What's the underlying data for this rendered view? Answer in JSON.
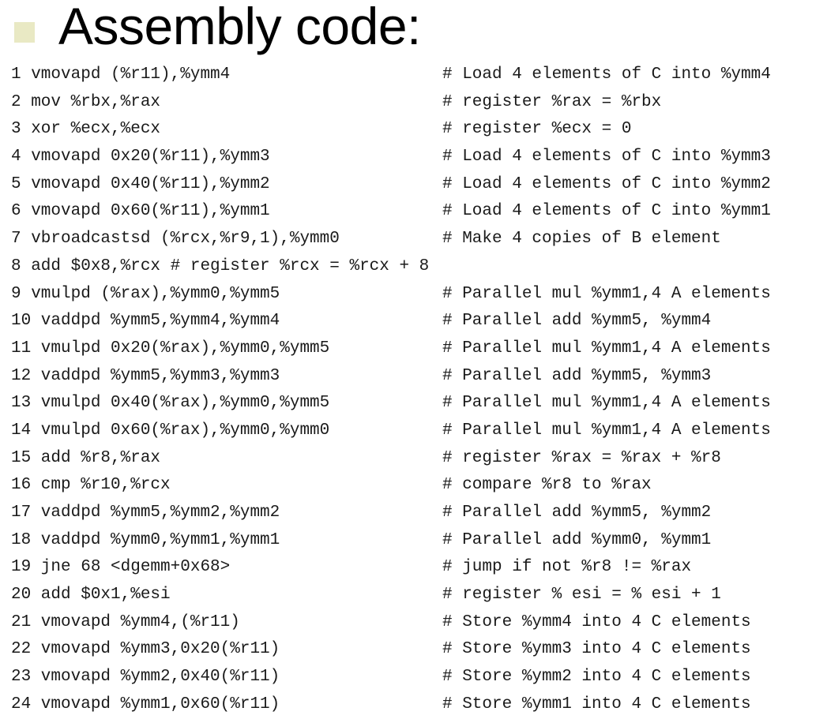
{
  "title": "Assembly code:",
  "lines": [
    {
      "instr": "1 vmovapd (%r11),%ymm4",
      "comment": "# Load 4 elements of C into %ymm4"
    },
    {
      "instr": "2 mov %rbx,%rax",
      "comment": "# register %rax = %rbx"
    },
    {
      "instr": "3 xor %ecx,%ecx",
      "comment": "# register %ecx = 0"
    },
    {
      "instr": "4 vmovapd 0x20(%r11),%ymm3",
      "comment": "# Load 4 elements of C into %ymm3"
    },
    {
      "instr": "5 vmovapd 0x40(%r11),%ymm2",
      "comment": "# Load 4 elements of C into %ymm2"
    },
    {
      "instr": "6 vmovapd 0x60(%r11),%ymm1",
      "comment": "# Load 4 elements of C into %ymm1"
    },
    {
      "instr": "7 vbroadcastsd (%rcx,%r9,1),%ymm0",
      "comment": "# Make 4 copies of B element"
    },
    {
      "instr": "8 add $0x8,%rcx # register %rcx = %rcx + 8",
      "comment": ""
    },
    {
      "instr": "9 vmulpd (%rax),%ymm0,%ymm5",
      "comment": "# Parallel mul %ymm1,4 A elements"
    },
    {
      "instr": "10 vaddpd %ymm5,%ymm4,%ymm4",
      "comment": "# Parallel add %ymm5, %ymm4"
    },
    {
      "instr": "11 vmulpd 0x20(%rax),%ymm0,%ymm5",
      "comment": "# Parallel mul %ymm1,4 A elements"
    },
    {
      "instr": "12 vaddpd %ymm5,%ymm3,%ymm3",
      "comment": "# Parallel add %ymm5, %ymm3"
    },
    {
      "instr": "13 vmulpd 0x40(%rax),%ymm0,%ymm5",
      "comment": "# Parallel mul %ymm1,4 A elements"
    },
    {
      "instr": "14 vmulpd 0x60(%rax),%ymm0,%ymm0",
      "comment": "# Parallel mul %ymm1,4 A elements"
    },
    {
      "instr": "15 add %r8,%rax",
      "comment": "# register %rax = %rax + %r8"
    },
    {
      "instr": "16 cmp %r10,%rcx",
      "comment": "# compare %r8 to %rax"
    },
    {
      "instr": "17 vaddpd %ymm5,%ymm2,%ymm2",
      "comment": "# Parallel add %ymm5, %ymm2"
    },
    {
      "instr": "18 vaddpd %ymm0,%ymm1,%ymm1",
      "comment": "# Parallel add %ymm0, %ymm1"
    },
    {
      "instr": "19 jne 68 <dgemm+0x68>",
      "comment": "# jump if not %r8 != %rax"
    },
    {
      "instr": "20 add $0x1,%esi",
      "comment": "# register % esi = % esi + 1"
    },
    {
      "instr": "21 vmovapd %ymm4,(%r11)",
      "comment": "# Store %ymm4 into 4 C elements"
    },
    {
      "instr": "22 vmovapd %ymm3,0x20(%r11)",
      "comment": "# Store %ymm3 into 4 C elements"
    },
    {
      "instr": "23 vmovapd %ymm2,0x40(%r11)",
      "comment": "# Store %ymm2 into 4 C elements"
    },
    {
      "instr": "24 vmovapd %ymm1,0x60(%r11)",
      "comment": "# Store %ymm1 into 4 C elements"
    }
  ]
}
